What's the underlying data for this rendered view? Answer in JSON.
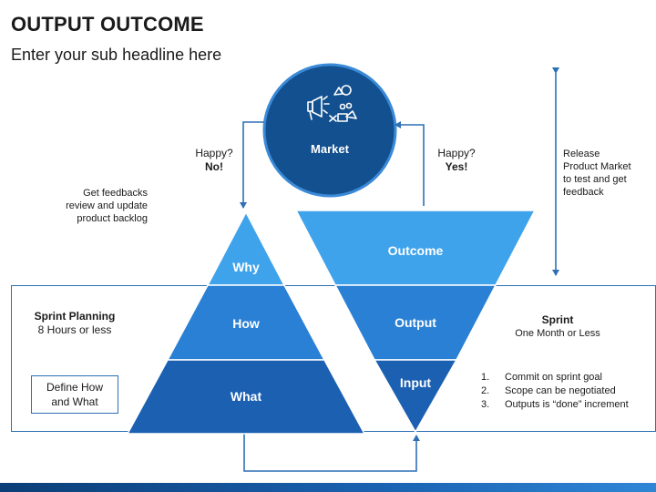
{
  "header": {
    "title": "OUTPUT OUTCOME",
    "subtitle": "Enter your sub headline here"
  },
  "market": {
    "label": "Market",
    "icon": "marketing-icon"
  },
  "left_feedback": {
    "question": "Happy?",
    "answer": "No!",
    "note_lines": [
      "Get feedbacks",
      "review and update",
      "product backlog"
    ]
  },
  "right_feedback": {
    "question": "Happy?",
    "answer": "Yes!",
    "release_lines": [
      "Release",
      "Product Market",
      "to test and get",
      "feedback"
    ]
  },
  "pyramid": {
    "levels": [
      "Why",
      "How",
      "What"
    ],
    "colors": [
      "#3fa3ec",
      "#2a80d4",
      "#1c60b2"
    ]
  },
  "funnel": {
    "levels": [
      "Outcome",
      "Output",
      "Input"
    ],
    "colors": [
      "#3fa3ec",
      "#2a80d4",
      "#1c60b2"
    ]
  },
  "sprint_planning": {
    "title": "Sprint Planning",
    "subtitle": "8 Hours or less",
    "box_lines": [
      "Define How",
      "and What"
    ]
  },
  "sprint": {
    "title": "Sprint",
    "subtitle": "One Month or Less",
    "items": [
      {
        "num": "1.",
        "text": "Commit on sprint goal"
      },
      {
        "num": "2.",
        "text": "Scope can be negotiated"
      },
      {
        "num": "3.",
        "text": "Outputs is “done” increment"
      }
    ]
  },
  "colors": {
    "accent": "#2e6fb5",
    "market_fill": "#13508f",
    "market_ring": "#2a80d4"
  }
}
